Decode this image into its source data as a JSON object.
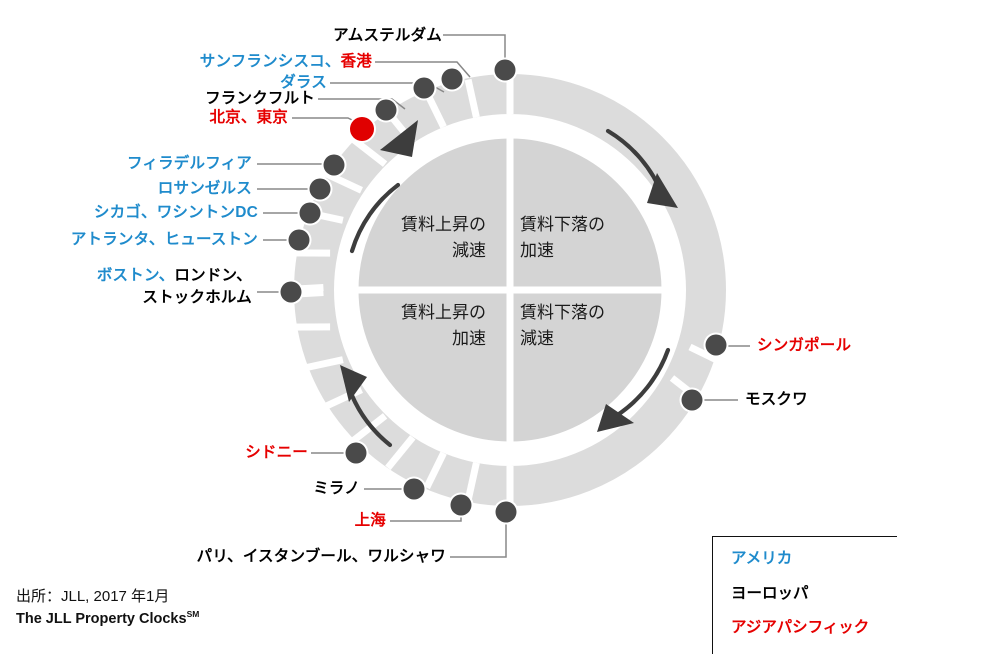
{
  "chart_data": {
    "type": "pie",
    "title": "The JLL Property Clocks",
    "quadrants": [
      {
        "id": "q1",
        "position": "top-left",
        "label": "賃料上昇の\n減速"
      },
      {
        "id": "q2",
        "position": "top-right",
        "label": "賃料下落の\n加速"
      },
      {
        "id": "q3",
        "position": "bottom-left",
        "label": "賃料上昇の\n加速"
      },
      {
        "id": "q4",
        "position": "bottom-right",
        "label": "賃料下落の\n減速"
      }
    ],
    "legend": {
      "position": "bottom-right",
      "entries": [
        {
          "label": "アメリカ",
          "color": "#1f8bcc"
        },
        {
          "label": "ヨーロッパ",
          "color": "#000000"
        },
        {
          "label": "アジアパシフィック",
          "color": "#e60000"
        }
      ]
    },
    "markers": [
      {
        "id": "m-amsterdam",
        "label": "アムステルダム",
        "angle_deg": 0,
        "color": "#4a4a4a",
        "quadrant": "q1"
      },
      {
        "id": "m-sf-hk",
        "label": "サンフランシスコ、香港",
        "angle_deg": -11,
        "color": "#4a4a4a",
        "quadrant": "q1"
      },
      {
        "id": "m-dallas",
        "label": "ダラス",
        "angle_deg": -20,
        "color": "#4a4a4a",
        "quadrant": "q1"
      },
      {
        "id": "m-frankfurt",
        "label": "フランクフルト",
        "angle_deg": -28,
        "color": "#4a4a4a",
        "quadrant": "q1"
      },
      {
        "id": "m-beijing-tokyo",
        "label": "北京、東京",
        "angle_deg": -36,
        "color": "#e60000",
        "quadrant": "q1",
        "highlight": true
      },
      {
        "id": "m-philadelphia",
        "label": "フィラデルフィア",
        "angle_deg": -55,
        "color": "#4a4a4a",
        "quadrant": "q1"
      },
      {
        "id": "m-losangeles",
        "label": "ロサンゼルス",
        "angle_deg": -62,
        "color": "#4a4a4a",
        "quadrant": "q1"
      },
      {
        "id": "m-chicago-dc",
        "label": "シカゴ、ワシントンDC",
        "angle_deg": -70,
        "color": "#4a4a4a",
        "quadrant": "q1"
      },
      {
        "id": "m-atlanta-hou",
        "label": "アトランタ、ヒューストン",
        "angle_deg": -78,
        "color": "#4a4a4a",
        "quadrant": "q1"
      },
      {
        "id": "m-bos-lon-sto",
        "label": "ボストン、ロンドン、ストックホルム",
        "angle_deg": -90,
        "color": "#4a4a4a",
        "quadrant": "q1"
      },
      {
        "id": "m-sydney",
        "label": "シドニー",
        "angle_deg": -140,
        "color": "#4a4a4a",
        "quadrant": "q3"
      },
      {
        "id": "m-milan",
        "label": "ミラノ",
        "angle_deg": -152,
        "color": "#4a4a4a",
        "quadrant": "q3"
      },
      {
        "id": "m-shanghai",
        "label": "上海",
        "angle_deg": -162,
        "color": "#4a4a4a",
        "quadrant": "q3"
      },
      {
        "id": "m-par-ist-war",
        "label": "パリ、イスタンブール、ワルシャワ",
        "angle_deg": -180,
        "color": "#4a4a4a",
        "quadrant": "q3"
      },
      {
        "id": "m-singapore",
        "label": "シンガポール",
        "angle_deg": 104,
        "color": "#4a4a4a",
        "quadrant": "q4"
      },
      {
        "id": "m-moscow",
        "label": "モスクワ",
        "angle_deg": 118,
        "color": "#4a4a4a",
        "quadrant": "q4"
      }
    ],
    "arrows": [
      {
        "id": "arrow-top-left",
        "direction": "clockwise",
        "quadrant": "q1"
      },
      {
        "id": "arrow-top-right",
        "direction": "clockwise",
        "quadrant": "q2"
      },
      {
        "id": "arrow-bottom-right",
        "direction": "clockwise",
        "quadrant": "q4"
      },
      {
        "id": "arrow-bottom-left",
        "direction": "clockwise",
        "quadrant": "q3"
      }
    ]
  },
  "quadrants": {
    "top_left": "賃料上昇の\n減速",
    "top_right": "賃料下落の\n加速",
    "bottom_left": "賃料上昇の\n加速",
    "bottom_right": "賃料下落の\n減速"
  },
  "labels": {
    "amsterdam": "アムステルダム",
    "sf": "サンフランシスコ、",
    "hongkong": "香港",
    "dallas": "ダラス",
    "frankfurt": "フランクフルト",
    "beijing_tokyo": "北京、東京",
    "philadelphia": "フィラデルフィア",
    "losangeles": "ロサンゼルス",
    "chicago_dc": "シカゴ、ワシントンDC",
    "atlanta_houston": "アトランタ、ヒューストン",
    "boston": "ボストン、",
    "london": "ロンドン、",
    "stockholm": "ストックホルム",
    "sydney": "シドニー",
    "milan": "ミラノ",
    "shanghai": "上海",
    "paris_istanbul_warsaw": "パリ、イスタンブール、ワルシャワ",
    "singapore": "シンガポール",
    "moscow": "モスクワ"
  },
  "legend": {
    "americas": "アメリカ",
    "europe": "ヨーロッパ",
    "asiapacific": "アジアパシフィック"
  },
  "source": {
    "line1": "出所：JLL, 2017 年1月",
    "line2_main": "The JLL Property Clocks",
    "line2_sup": "SM"
  },
  "colors": {
    "americas": "#1f8bcc",
    "europe": "#000000",
    "asiapacific": "#e60000",
    "ring": "#dcdcdc",
    "inner": "#d4d4d4",
    "marker": "#4a4a4a",
    "highlight": "#e00000",
    "leader": "#808080"
  }
}
